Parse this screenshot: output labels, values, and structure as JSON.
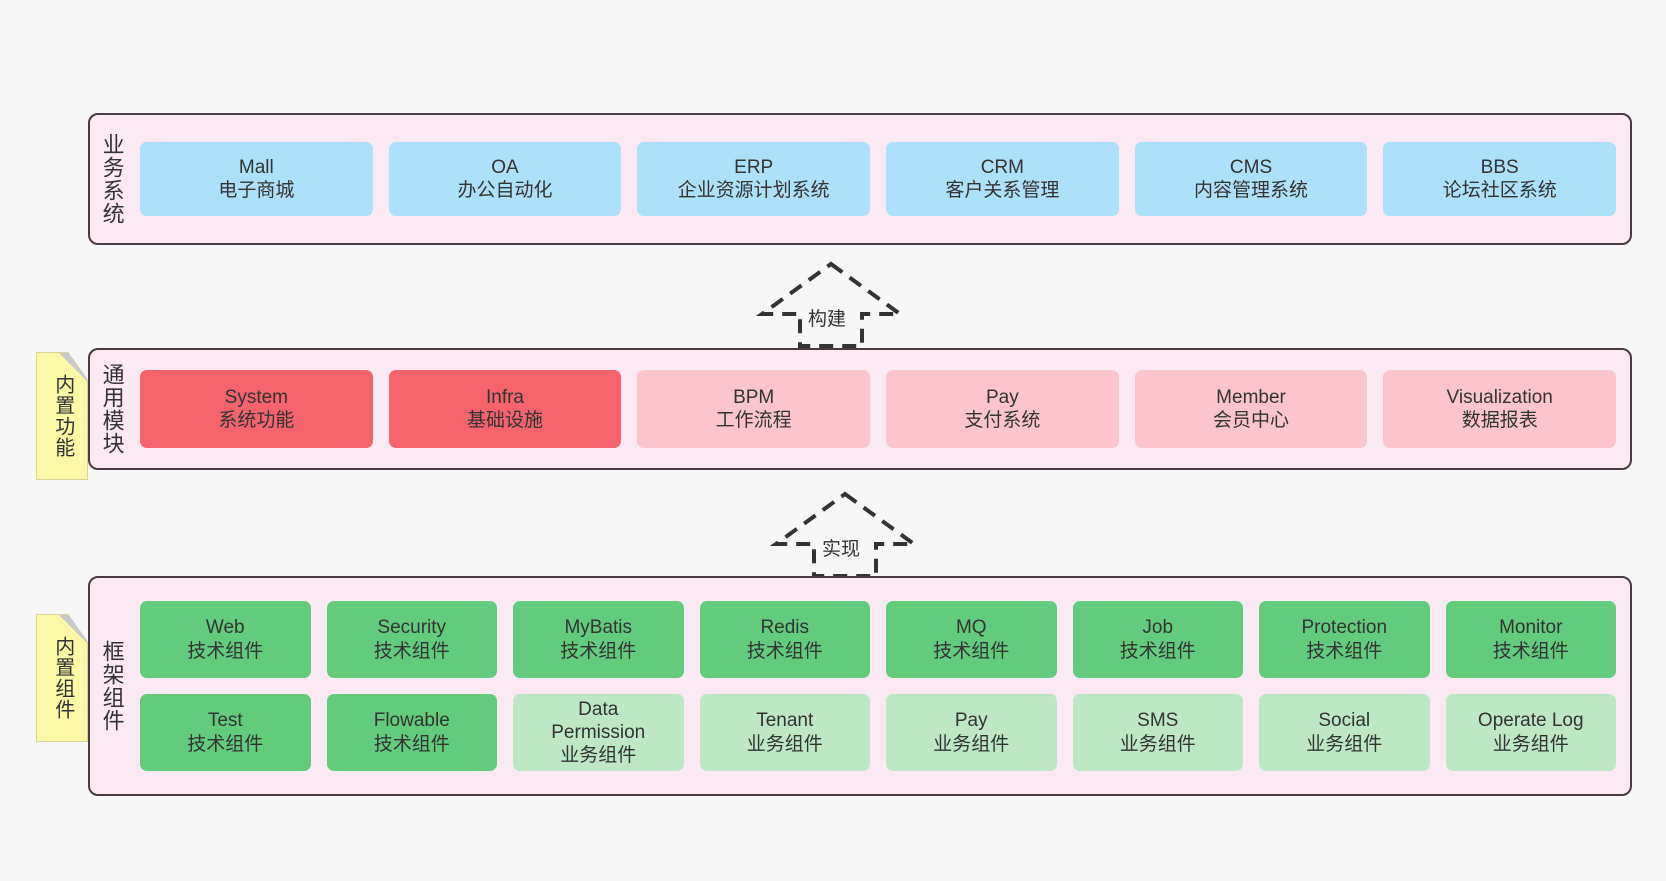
{
  "diagram": {
    "title_alt": "",
    "background": "#f7f7f7",
    "layers": [
      {
        "id": "business",
        "label": "业务系统",
        "color": "#ace0fb",
        "rows": [
          {
            "boxes": [
              {
                "t1": "Mall",
                "t2": "电子商城",
                "style": "blue"
              },
              {
                "t1": "OA",
                "t2": "办公自动化",
                "style": "blue"
              },
              {
                "t1": "ERP",
                "t2": "企业资源计划系统",
                "style": "blue"
              },
              {
                "t1": "CRM",
                "t2": "客户关系管理",
                "style": "blue"
              },
              {
                "t1": "CMS",
                "t2": "内容管理系统",
                "style": "blue"
              },
              {
                "t1": "BBS",
                "t2": "论坛社区系统",
                "style": "blue"
              }
            ]
          }
        ]
      },
      {
        "id": "common",
        "label": "通用模块",
        "note": "内置功能",
        "rows": [
          {
            "boxes": [
              {
                "t1": "System",
                "t2": "系统功能",
                "style": "red"
              },
              {
                "t1": "Infra",
                "t2": "基础设施",
                "style": "red"
              },
              {
                "t1": "BPM",
                "t2": "工作流程",
                "style": "pink"
              },
              {
                "t1": "Pay",
                "t2": "支付系统",
                "style": "pink"
              },
              {
                "t1": "Member",
                "t2": "会员中心",
                "style": "pink"
              },
              {
                "t1": "Visualization",
                "t2": "数据报表",
                "style": "pink"
              }
            ]
          }
        ]
      },
      {
        "id": "framework",
        "label": "框架组件",
        "note": "内置组件",
        "rows": [
          {
            "boxes": [
              {
                "t1": "Web",
                "t2": "技术组件",
                "style": "green"
              },
              {
                "t1": "Security",
                "t2": "技术组件",
                "style": "green"
              },
              {
                "t1": "MyBatis",
                "t2": "技术组件",
                "style": "green"
              },
              {
                "t1": "Redis",
                "t2": "技术组件",
                "style": "green"
              },
              {
                "t1": "MQ",
                "t2": "技术组件",
                "style": "green"
              },
              {
                "t1": "Job",
                "t2": "技术组件",
                "style": "green"
              },
              {
                "t1": "Protection",
                "t2": "技术组件",
                "style": "green"
              },
              {
                "t1": "Monitor",
                "t2": "技术组件",
                "style": "green"
              }
            ]
          },
          {
            "boxes": [
              {
                "t1": "Test",
                "t2": "技术组件",
                "style": "green"
              },
              {
                "t1": "Flowable",
                "t2": "技术组件",
                "style": "green"
              },
              {
                "t1": "Data",
                "t2": "Permission",
                "t3": "业务组件",
                "style": "lgreen"
              },
              {
                "t1": "Tenant",
                "t2": "业务组件",
                "style": "lgreen"
              },
              {
                "t1": "Pay",
                "t2": "业务组件",
                "style": "lgreen"
              },
              {
                "t1": "SMS",
                "t2": "业务组件",
                "style": "lgreen"
              },
              {
                "t1": "Social",
                "t2": "业务组件",
                "style": "lgreen"
              },
              {
                "t1": "Operate Log",
                "t2": "业务组件",
                "style": "lgreen"
              }
            ]
          }
        ]
      }
    ],
    "arrows": [
      {
        "id": "build",
        "label": "构建"
      },
      {
        "id": "implement",
        "label": "实现"
      }
    ]
  }
}
